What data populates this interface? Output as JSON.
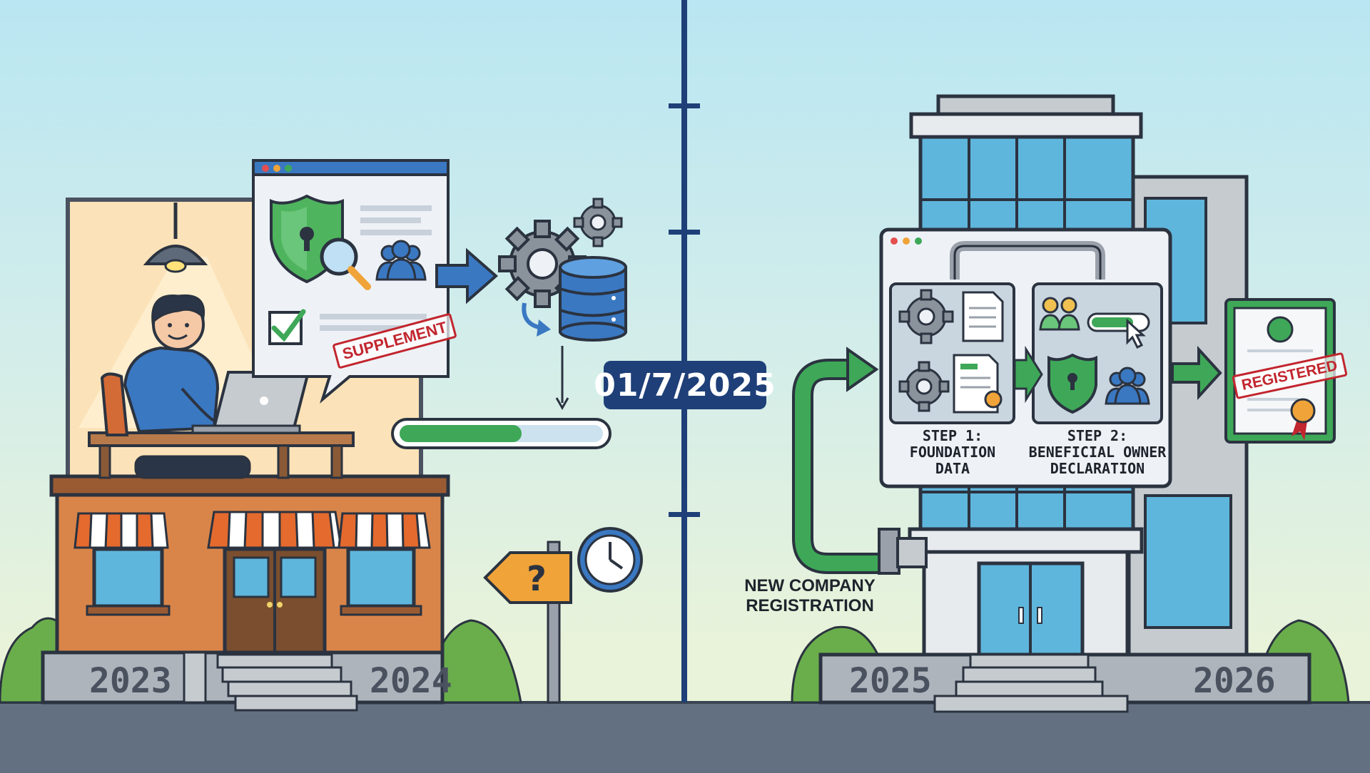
{
  "timeline": {
    "cutoff_date": "01/7/2025",
    "years": {
      "y2023": "2023",
      "y2024": "2024",
      "y2025": "2025",
      "y2026": "2026"
    }
  },
  "left_scene": {
    "stamp": "SUPPLEMENT",
    "progress_fraction": 0.6,
    "sign_glyph": "?"
  },
  "right_scene": {
    "arrow_label": "NEW COMPANY\nREGISTRATION",
    "step1": "STEP 1:\nFOUNDATION\nDATA",
    "step2": "STEP 2:\nBENEFICIAL OWNER\nDECLARATION",
    "certificate_stamp": "REGISTERED"
  },
  "colors": {
    "navy": "#1e3f78",
    "green": "#3ea858",
    "blue": "#3a78c2",
    "red": "#c2262e",
    "orange": "#f0a338"
  },
  "icons": [
    "shield-lock-icon",
    "magnifier-icon",
    "users-icon",
    "checkbox-icon",
    "gear-icon",
    "database-icon",
    "clock-icon",
    "document-icon",
    "certificate-icon",
    "cursor-icon",
    "lamp-icon",
    "laptop-icon"
  ]
}
